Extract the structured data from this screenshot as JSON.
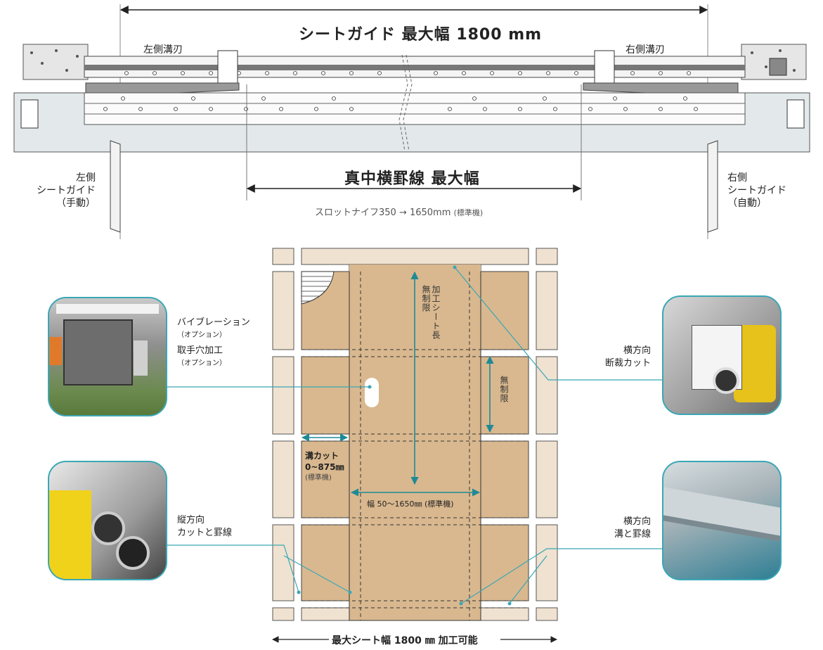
{
  "machine": {
    "sheet_guide_title": "シートガイド  最大幅 1800 mm",
    "left_slot_knife": "左側溝刃",
    "right_slot_knife": "右側溝刃",
    "left_guide": [
      "左側",
      "シートガイド",
      "（手動）"
    ],
    "right_guide": [
      "右側",
      "シートガイド",
      "（自動）"
    ],
    "center_crease_title": "真中横罫線  最大幅",
    "slot_knife_range": "スロットナイフ350 → 1650mm",
    "slot_knife_note": "(標準機)"
  },
  "diagram": {
    "unlimited_length": "加工シート長",
    "unlimited_length_2": "無制限",
    "unlimited_side": "無制限",
    "slot_cut_label": "溝カット",
    "slot_cut_range": "0~875㎜",
    "slot_cut_note": "(標準機)",
    "width_range": "幅 50〜1650㎜ (標準機)",
    "max_sheet_width": "最大シート幅 1800 ㎜ 加工可能"
  },
  "callouts": {
    "vibration": "バイブレーション",
    "vibration_opt": "（オプション）",
    "handhole": "取手穴加工",
    "handhole_opt": "（オプション）",
    "horizontal_cut": [
      "横方向",
      "断裁カット"
    ],
    "vertical_cut": [
      "縦方向",
      "カットと罫線"
    ],
    "horizontal_groove": [
      "横方向",
      "溝と罫線"
    ]
  },
  "colors": {
    "accent": "#3aa7b5",
    "cardboard": "#d9b88f",
    "cardboard_light": "#f0e2d1"
  }
}
